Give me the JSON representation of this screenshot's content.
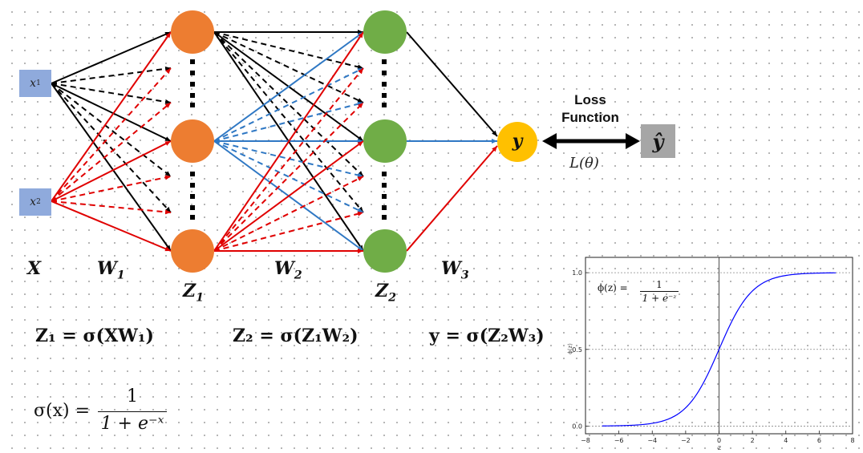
{
  "inputs": {
    "x1": "x",
    "x1_sub": "1",
    "x2": "x",
    "x2_sub": "2"
  },
  "labels": {
    "X": "X",
    "W1": "W",
    "W1_sub": "1",
    "Z1": "Z",
    "Z1_sub": "1",
    "W2": "W",
    "W2_sub": "2",
    "Z2": "Z",
    "Z2_sub": "2",
    "W3": "W",
    "W3_sub": "3"
  },
  "output_node": "y",
  "loss": {
    "line1": "Loss",
    "line2": "Function",
    "formula": "L(θ)"
  },
  "target": "ŷ",
  "equations": {
    "eq1": "Z₁ = σ(XW₁)",
    "eq2": "Z₂ = σ(Z₁W₂)",
    "eq3": "y = σ(Z₂W₃)",
    "sigma_lhs": "σ(x) =",
    "sigma_num": "1",
    "sigma_den": "1 + e⁻ˣ"
  },
  "colors": {
    "hidden1": "#ed7d31",
    "hidden2": "#70ad47",
    "output": "#ffc000",
    "input": "#8faadc",
    "target": "#a6a6a6",
    "from_x1": "#000000",
    "from_x2": "#e00000",
    "blue": "#2f78c4"
  },
  "chart_data": {
    "type": "line",
    "title": "",
    "annotation_lhs": "ϕ(z) =",
    "annotation_num": "1",
    "annotation_den": "1 + e⁻ᶻ",
    "xlabel": "z",
    "ylabel": "ϕ(z)",
    "xlim": [
      -8,
      8
    ],
    "ylim": [
      -0.05,
      1.1
    ],
    "xticks": [
      "−8",
      "−6",
      "−4",
      "−2",
      "0",
      "2",
      "4",
      "6",
      "8"
    ],
    "yticks": [
      "0.0",
      "0.5",
      "1.0"
    ],
    "grid": "horizontal dotted",
    "vline_x": 0,
    "series": [
      {
        "function": "sigmoid",
        "x_range": [
          -7,
          7
        ],
        "color": "#0000ff"
      }
    ]
  }
}
